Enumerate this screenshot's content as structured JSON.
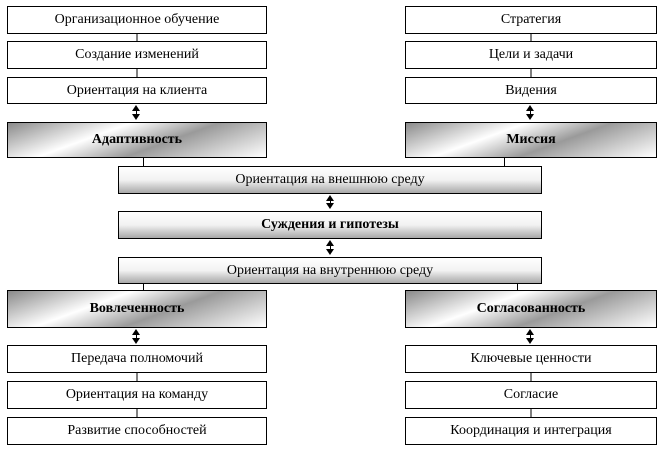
{
  "left_top": [
    "Организационное обучение",
    "Создание изменений",
    "Ориентация на клиента"
  ],
  "adaptivity": "Адаптивность",
  "right_top": [
    "Стратегия",
    "Цели и задачи",
    "Видения"
  ],
  "mission": "Миссия",
  "external": "Ориентация на внешнюю среду",
  "judgments": "Суждения и гипотезы",
  "internal": "Ориентация на внутреннюю среду",
  "involvement": "Вовлеченность",
  "consistency": "Согласованность",
  "left_bottom": [
    "Передача полномочий",
    "Ориентация на команду",
    "Развитие способностей"
  ],
  "right_bottom": [
    "Ключевые ценности",
    "Согласие",
    "Координация и интеграция"
  ]
}
